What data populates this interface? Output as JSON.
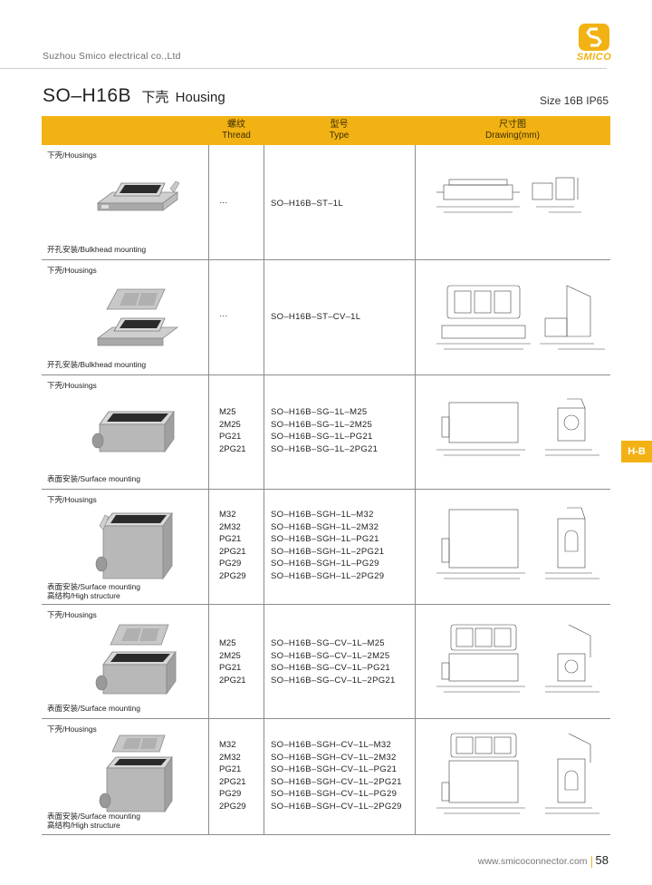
{
  "header": {
    "company": "Suzhou Smico electrical co.,Ltd",
    "logo_text": "SMICO",
    "logo_icon": "smico-s-icon"
  },
  "title": {
    "model": "SO–H16B",
    "cn": "下壳",
    "en": "Housing",
    "size": "Size 16B IP65"
  },
  "table": {
    "thread_cn": "螺纹",
    "thread_en": "Thread",
    "type_cn": "型号",
    "type_en": "Type",
    "drawing_cn": "尺寸图",
    "drawing_en": "Drawing(mm)"
  },
  "rows": [
    {
      "label": "下壳/Housings",
      "foot": [
        "开孔安装/Bulkhead mounting"
      ],
      "threads": [
        "…"
      ],
      "types": [
        "SO–H16B–ST–1L"
      ]
    },
    {
      "label": "下壳/Housings",
      "foot": [
        "开孔安装/Bulkhead mounting"
      ],
      "threads": [
        "…"
      ],
      "types": [
        "SO–H16B–ST–CV–1L"
      ]
    },
    {
      "label": "下壳/Housings",
      "foot": [
        "表面安装/Surface mounting"
      ],
      "threads": [
        "M25",
        "2M25",
        "PG21",
        "2PG21"
      ],
      "types": [
        "SO–H16B–SG–1L–M25",
        "SO–H16B–SG–1L–2M25",
        "SO–H16B–SG–1L–PG21",
        "SO–H16B–SG–1L–2PG21"
      ]
    },
    {
      "label": "下壳/Housings",
      "foot": [
        "表面安装/Surface mounting",
        "高结构/High structure"
      ],
      "threads": [
        "M32",
        "2M32",
        "PG21",
        "2PG21",
        "PG29",
        "2PG29"
      ],
      "types": [
        "SO–H16B–SGH–1L–M32",
        "SO–H16B–SGH–1L–2M32",
        "SO–H16B–SGH–1L–PG21",
        "SO–H16B–SGH–1L–2PG21",
        "SO–H16B–SGH–1L–PG29",
        "SO–H16B–SGH–1L–2PG29"
      ]
    },
    {
      "label": "下壳/Housings",
      "foot": [
        "表面安装/Surface mounting"
      ],
      "threads": [
        "M25",
        "2M25",
        "PG21",
        "2PG21"
      ],
      "types": [
        "SO–H16B–SG–CV–1L–M25",
        "SO–H16B–SG–CV–1L–2M25",
        "SO–H16B–SG–CV–1L–PG21",
        "SO–H16B–SG–CV–1L–2PG21"
      ]
    },
    {
      "label": "下壳/Housings",
      "foot": [
        "表面安装/Surface mounting",
        "高结构/High structure"
      ],
      "threads": [
        "M32",
        "2M32",
        "PG21",
        "2PG21",
        "PG29",
        "2PG29"
      ],
      "types": [
        "SO–H16B–SGH–CV–1L–M32",
        "SO–H16B–SGH–CV–1L–2M32",
        "SO–H16B–SGH–CV–1L–PG21",
        "SO–H16B–SGH–CV–1L–2PG21",
        "SO–H16B–SGH–CV–1L–PG29",
        "SO–H16B–SGH–CV–1L–2PG29"
      ]
    }
  ],
  "side_tab": "H-B",
  "footer": {
    "url": "www.smicoconnector.com",
    "page": "58"
  },
  "colors": {
    "accent": "#f2b213",
    "rule": "#8c8c8c"
  }
}
